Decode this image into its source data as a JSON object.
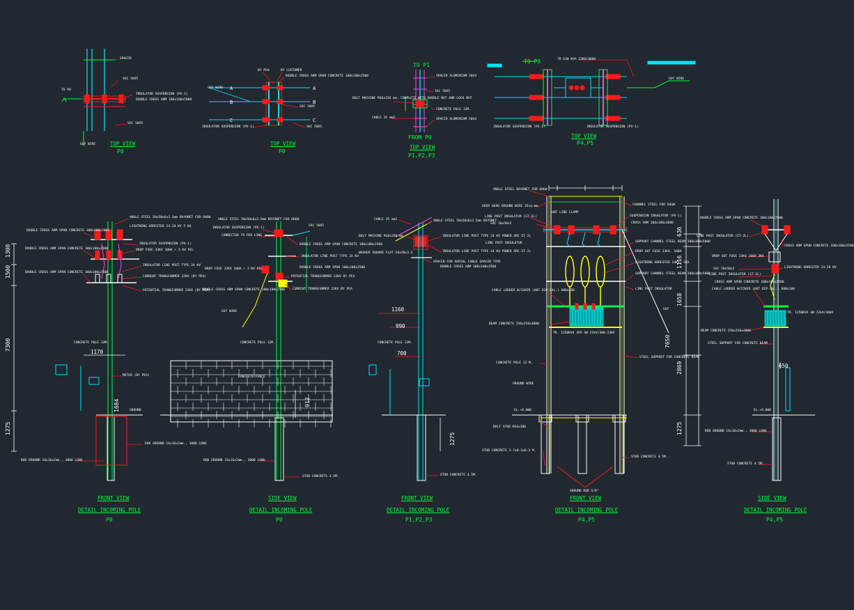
{
  "colors": {
    "background": "#212830",
    "primary_line": "#ff1a1a",
    "secondary_line": "#00ff3c",
    "pole": "#00e5ff",
    "text": "#ffffff",
    "arrester": "#ffff00",
    "transformer": "#00c8c8",
    "insulator": "#ff44ff"
  },
  "top_views": [
    {
      "title": "TOP VIEW",
      "ref": "P0"
    },
    {
      "title": "TOP VIEW",
      "ref": "P0"
    },
    {
      "title": "TOP VIEW",
      "ref": "P1,P2,P3",
      "to_label": "TO P1",
      "from_label": "FROM P0"
    },
    {
      "title": "TOP VIEW",
      "ref": "P4,P5",
      "to_label": "TO P3"
    }
  ],
  "elevations": [
    {
      "view": "FRONT VIEW",
      "title": "DETAIL INCOMING POLE",
      "ref": "P0"
    },
    {
      "view": "SIDE VIEW",
      "title": "DETAIL INCOMING POLE",
      "ref": "P0"
    },
    {
      "view": "FRONT VIEW",
      "title": "DETAIL INCOMING POLE",
      "ref": "P1,P2,P3"
    },
    {
      "view": "FRONT VIEW",
      "title": "DETAIL INCOMING POLE",
      "ref": "P4,P5"
    },
    {
      "view": "SIDE VIEW",
      "title": "DETAIL INCOMING POLE",
      "ref": "P4,P5"
    }
  ],
  "dimensions": {
    "p0_front": [
      "1300",
      "1500",
      "7300",
      "1275"
    ],
    "p0_front_h": "1170",
    "p0_front_cable": "1684",
    "p0_side": [
      "912"
    ],
    "p1_h": [
      "1160",
      "990",
      "700"
    ],
    "p1_v": "1275",
    "p4_front": [
      "7650",
      "636",
      "1116",
      "1658",
      "2869",
      "1275"
    ],
    "p4_side": [
      "650"
    ]
  },
  "phases": [
    "A",
    "B",
    "C"
  ],
  "notes": {
    "tv1_spacer": "SPACER",
    "tv1_sac1": "SAC 50X5",
    "tv1_ins": "INSULATOR SUSPENSION (PX-1)",
    "tv1_arm": "DOUBLE CROSS ARM 100x100x5000",
    "tv1_sac2": "SAC 50X5",
    "tv1_to": "TO P0",
    "tv1_gw": "GUY WIRE",
    "tv2_bypea": "BY PEA",
    "tv2_bycust": "BY CUSTOMER",
    "tv2_arm": "DOUBLE CROSS ARM SPUN CONCRETE 100x100x2500",
    "tv2_gw": "GUY WIRE",
    "tv2_sac1": "SAC 50X5",
    "tv2_ins": "INSULATOR SUSPENSION (PX-1)",
    "tv2_sac2": "SAC 50X5",
    "tv3_spacer1": "SPACER ALUMINIUM 50X4",
    "tv3_sac": "SAC 50X5",
    "tv3_bolt": "BOLT MACHINE M16x150 mm. COMPLETE WITH DOUBLE NUT AND LOCK NUT",
    "tv3_pole": "CONCRETE POLE 12M.",
    "tv3_cable": "CABLE 35 mm2",
    "tv3_spacer2": "SPACER ALUMINIUM 50X4",
    "tv4_title": "TR 630 KVA 22KV/400V",
    "tv4_ins1": "INSULATOR SUSPENSION (PX-1)",
    "tv4_ins2": "INSULATOR SUSPENSION (PX-1)",
    "tv4_gw": "GUY WIRE",
    "fv1_angle": "ANGLE STEEL 50x50x6x2.5mm BAYONET FOR OHGW",
    "fv1_arrester": "LIGHTNING ARRESTER 24-28 KV 5 KA",
    "fv1_arm1": "DOUBLE CROSS ARM SPUN CONCRETE 100x100x2000",
    "fv1_ins": "INSULATOR SUSPENSION (PX-1)",
    "fv1_fuse": "DROP FUSE 33KV 100A + 3 KV PEL",
    "fv1_arm2": "DOUBLE CROSS ARM SPUN CONCRETE 100x100x2500",
    "fv1_lp": "INSULATOR LINE POST TYPE 24 KV",
    "fv1_ct": "CURRENT TRANSFORMER 22KV (BY PEA)",
    "fv1_arm3": "DOUBLE CROSS ARM SPUN CONCRETE 100x100x2500",
    "fv1_pt": "POTENTIAL TRANSFORMER 22KV (BY PEA)",
    "fv1_pole": "CONCRETE POLE 12M.",
    "fv1_meter": "METER (BY PEA)",
    "fv1_ground": "GROUND",
    "fv1_rod1": "ROD GROUND 16x16x2mm., 3000 LONG",
    "fv1_rod2": "ROD GROUND 16x16x2mm., 3000 LONG",
    "sv1_angle": "ANGLE STEEL 50x50x6x2.5mm BAYONET FOR OHGW",
    "sv1_ins": "INSULATOR SUSPENSION (PX-1)",
    "sv1_sac": "SAC 50X5",
    "sv1_conn": "CONNECTOR TO PEA LINE",
    "sv1_arm": "DOUBLE CROSS ARM SPUN CONCRETE 100x100x2500",
    "sv1_lp": "INSULATOR LINE POST TYPE 24 KV",
    "sv1_arm2": "DOUBLE CROSS ARM SPUN 100x100x2500",
    "sv1_fuse": "DROP FUSE 33KV 100A + 3 KV PEL",
    "sv1_pt": "POTENTIAL TRANSFORMER 22KV BY PEA",
    "sv1_arm3": "DOUBLE CROSS ARM SPUN CONCRETE 100x100x2500",
    "sv1_ct": "CURRENT TRANSFORMER 22KV BY PEA",
    "sv1_gw": "GUY WIRE",
    "sv1_pole": "CONCRETE POLE 12M.",
    "sv1_fence": "CONCRETE FENCE",
    "sv1_rod": "ROD GROUND 16x16x2mm., 3000 LONG",
    "sv1_stub": "STUB CONCRETE 4.5M.",
    "fv2_cable": "CABLE 35 mm2",
    "fv2_angle": "ANGLE STEEL 50x50x6x2.5mm BAYONET",
    "fv2_bolt": "BOLT MACHINE M16x250 mm.",
    "fv2_lp1": "INSULATOR LINE POST TYPE 24 KV POWER ARC ST-2L",
    "fv2_washer": "WASHER SQUARE FLAT 50x50x3.5",
    "fv2_lp2": "INSULATOR LINE POST TYPE 24 KV POWER ARC ST-2L",
    "fv2_arm": "DOUBLE CROSS ARM 100x100x2500",
    "fv2_spacer": "SPACER FOR AERIAL CABLE SPACER TYPE",
    "fv2_pole": "CONCRETE POLE 12M.",
    "fv2_stub": "STUB CONCRETE 4.5M.",
    "fv4_angle": "ANGLE STEEL BAYONET FOR OHGW",
    "fv4_ohgw": "OVER HEAD GROUND WIRE 35sq.mm.",
    "fv4_channel": "CHANNEL STEEL FOR OHGW",
    "fv4_lp": "LINE POST INSULATOR (ST-2L)",
    "fv4_clamp": "HOT LINE CLAMP",
    "fv4_sac": "SAC 50x50x5",
    "fv4_susp": "SUSPENSION INSULATOR (PX-1)",
    "fv4_arm": "CROSS ARM 100x100x3000",
    "fv4_lp2": "LINE POST INSULATOR",
    "fv4_ch1": "SUPPORT CHANNEL STEEL BEAM 100x100x5000",
    "fv4_fuse": "DROP OUT FUSE 33KV, 100A",
    "fv4_arrester": "LIGHTNING ARRESTER 24KV, 5KA",
    "fv4_ch2": "SUPPORT CHANNEL STEEL BEAM 100x100x5000",
    "fv4_lp3": "LINE POST INSULATOR",
    "fv4_ladder": "CABLE LADDER W/COVER (HOT DIP GAL.) 600x100",
    "fv4_guy": "GUY",
    "fv4_beam": "BEAM CONCRETE 250x250x4000",
    "fv4_tr": "TR. 1250KVA 3PH 4W 22kV/400-230V",
    "fv4_steel": "STEEL SUPPORT FOR CONCRETE BEAM",
    "fv4_pole": "CONCRETE POLE 12 M.",
    "fv4_ground": "GROUND WIRE",
    "fv4_el": "EL.+0.000",
    "fv4_bolt": "BOLT STUD M16x300",
    "fv4_stub": "STUB CONCRETE 2.7x0.3x0.3 M.",
    "fv4_stub2": "STUB CONCRETE 4.5M.",
    "fv4_rod": "GROUND ROD 5/8\"",
    "sv4_arm": "DOUBLE CROSS ARM SPUN CONCRETE 100x100x2500",
    "sv4_lp": "LINE POST INSULATOR (ST-2L)",
    "sv4_cross": "CROSS ARM SPUN CONCRETE 100x100x2500",
    "sv4_fuse": "DROP OUT FUSE 33KV 100A 3KA",
    "sv4_sac": "SAC 50x50x5",
    "sv4_arrester": "LIGHTNING ARRESTER 24-28 KV",
    "sv4_lp2": "LINE POST INSULATOR (ST-2L)",
    "sv4_cross2": "CROSS ARM SPUN CONCRETE 100x100x2500",
    "sv4_ladder": "CABLE LADDER W/COVER (HOT DIP GAL.) 600x100",
    "sv4_tr": "TR. 1250KVA 4W 22kV/400V",
    "sv4_beam": "BEAM CONCRETE 250x250x4000",
    "sv4_steel": "STEEL SUPPORT FOR CONCRETE BEAM",
    "sv4_el": "EL.+0.000",
    "sv4_rod": "ROD GROUND 16x16x2mm., 3000 LONG",
    "sv4_stub": "STUB CONCRETE 4.5M."
  }
}
